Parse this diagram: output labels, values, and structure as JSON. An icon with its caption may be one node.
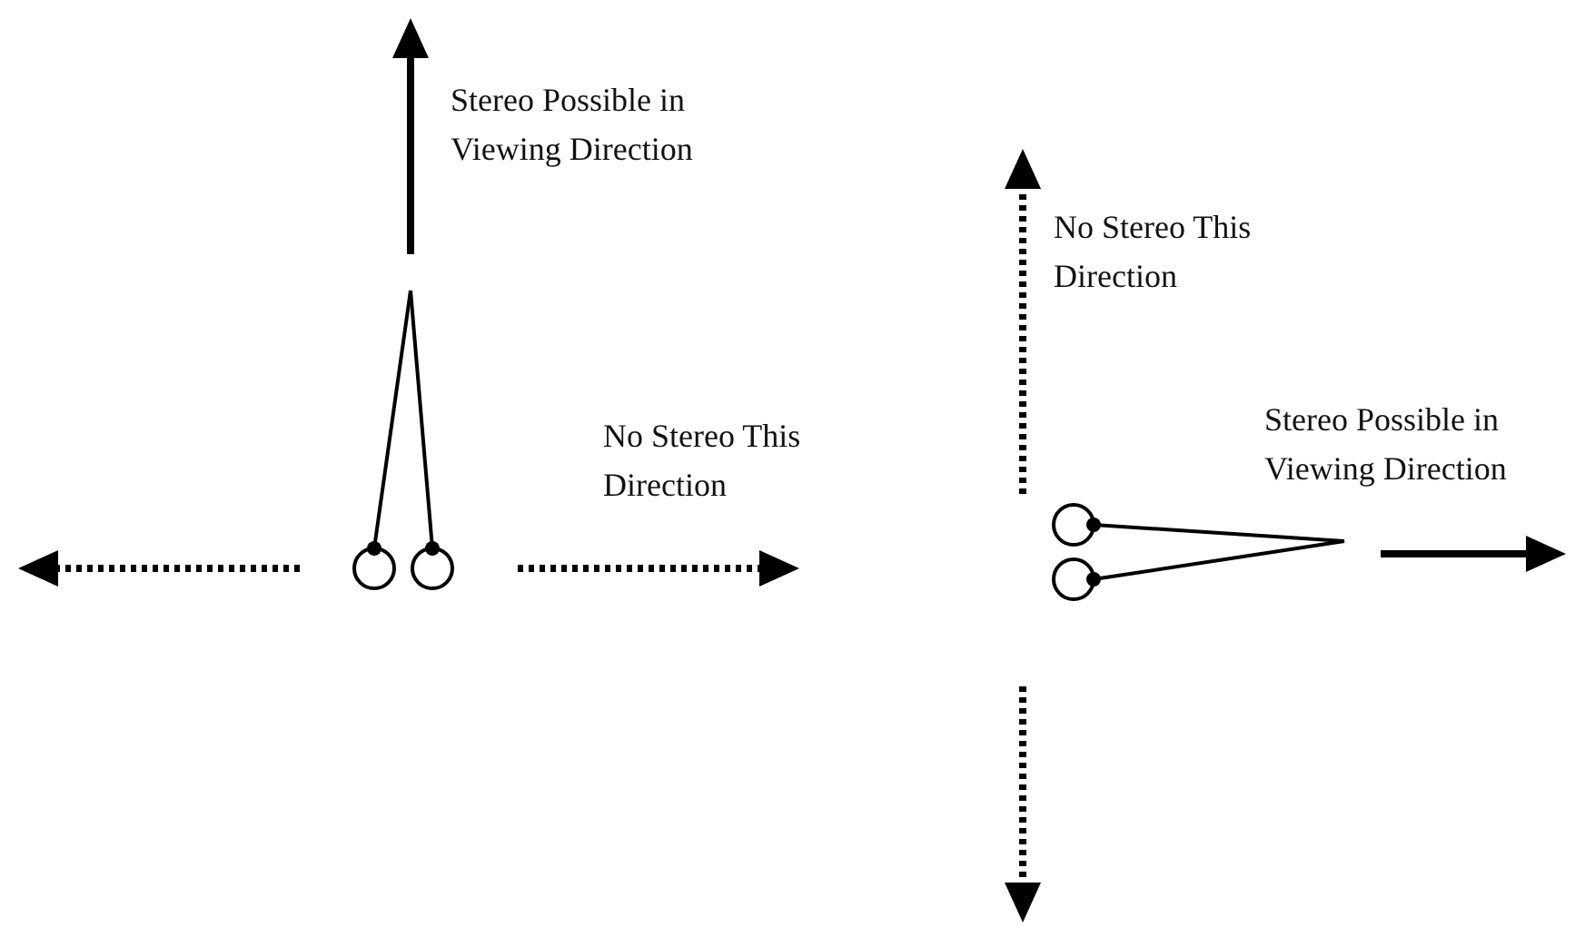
{
  "diagram": {
    "labels": [
      "Stereo Possible in Viewing Direction",
      "No Stereo This Direction",
      "No Stereo This Direction",
      "Stereo Possible in Viewing Direction"
    ]
  }
}
